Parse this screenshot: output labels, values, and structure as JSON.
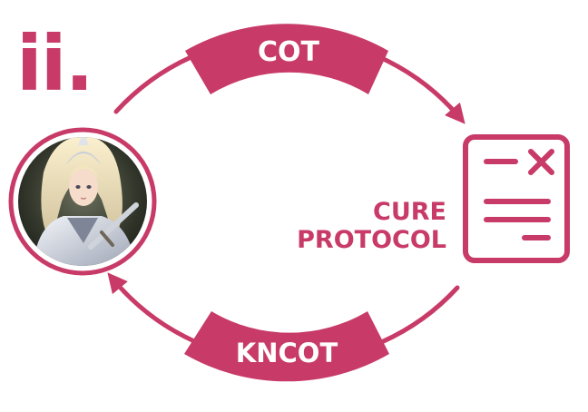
{
  "step_label": "ii.",
  "top_arc_label": "COT",
  "bottom_arc_label": "KNCOT",
  "protocol": {
    "line1": "CURE",
    "line2": "PROTOCOL"
  },
  "colors": {
    "accent": "#c83a67",
    "white": "#ffffff"
  },
  "icons": {
    "portrait": "avatar-portrait",
    "document": "document-with-x-icon"
  }
}
